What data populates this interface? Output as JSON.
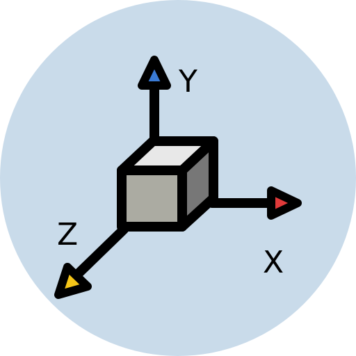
{
  "axes": {
    "y": {
      "label": "Y",
      "color": "#3A7BD5"
    },
    "x": {
      "label": "X",
      "color": "#E03A3A"
    },
    "z": {
      "label": "Z",
      "color": "#F5C518"
    }
  },
  "icon": "3d-axes-cube-icon",
  "colors": {
    "background_circle": "#C9DBEA",
    "outline": "#000000",
    "cube_front": "#ABABA2",
    "cube_top": "#E8E8E8",
    "cube_side": "#777777"
  }
}
